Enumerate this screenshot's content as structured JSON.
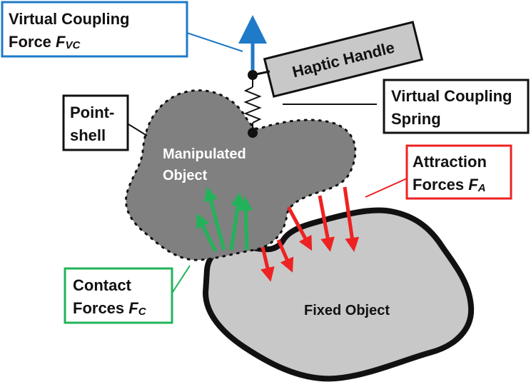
{
  "labels": {
    "virtual_coupling_force": {
      "line1": "Virtual Coupling",
      "line2_text": "Force ",
      "line2_symbol": "F",
      "line2_sub": "VC"
    },
    "haptic_handle": "Haptic Handle",
    "virtual_coupling_spring": {
      "line1": "Virtual Coupling",
      "line2": "Spring"
    },
    "point_shell": {
      "line1": "Point-",
      "line2": "shell"
    },
    "manipulated_object": {
      "line1": "Manipulated",
      "line2": "Object"
    },
    "attraction_forces": {
      "line1": "Attraction",
      "line2_text": "Forces ",
      "line2_symbol": "F",
      "line2_sub": "A"
    },
    "contact_forces": {
      "line1": "Contact",
      "line2_text": "Forces ",
      "line2_symbol": "F",
      "line2_sub": "C"
    },
    "fixed_object": "Fixed Object"
  },
  "colors": {
    "coupling_force": "#1f7ac8",
    "attraction": "#ee2222",
    "contact": "#22b35a",
    "manipulated_fill": "#808080",
    "fixed_fill": "#c8c8c8",
    "handle_fill": "#c8c8c8",
    "outline": "#111111"
  }
}
